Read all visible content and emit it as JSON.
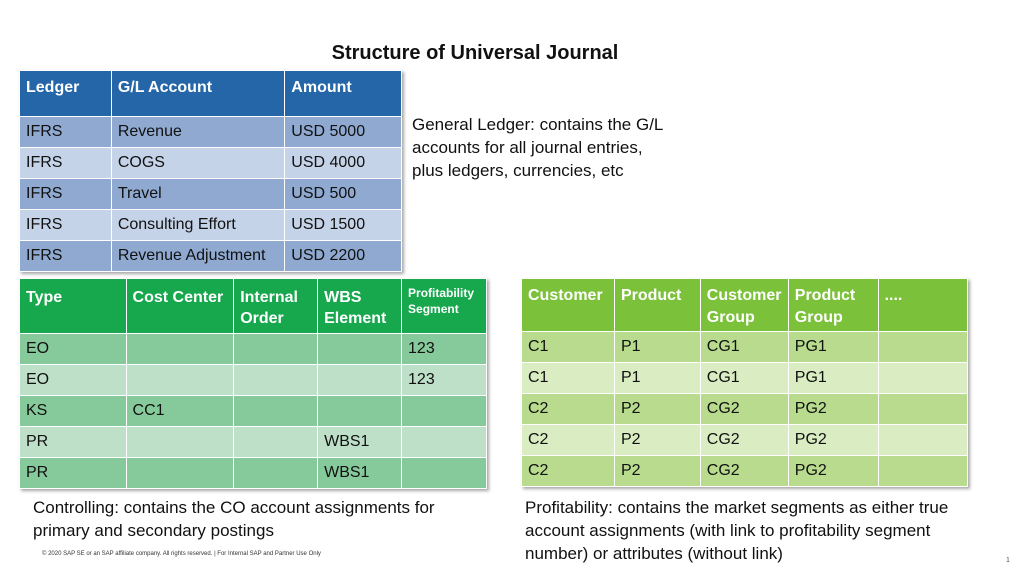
{
  "title": "Structure of Universal Journal",
  "general_ledger": {
    "headers": [
      "Ledger",
      "G/L Account",
      "Amount"
    ],
    "rows": [
      [
        "IFRS",
        "Revenue",
        "USD 5000"
      ],
      [
        "IFRS",
        "COGS",
        "USD 4000"
      ],
      [
        "IFRS",
        "Travel",
        "USD 500"
      ],
      [
        "IFRS",
        "Consulting Effort",
        "USD 1500"
      ],
      [
        "IFRS",
        "Revenue Adjustment",
        "USD 2200"
      ]
    ],
    "description": "General Ledger: contains the G/L accounts for all journal entries, plus ledgers, currencies, etc",
    "colors": {
      "header": "#2466a8",
      "row_dark": "#8fa9d0",
      "row_light": "#c5d3e8"
    }
  },
  "controlling": {
    "headers": [
      "Type",
      "Cost Center",
      "Internal Order",
      "WBS Element",
      "Profitability Segment"
    ],
    "rows": [
      [
        "EO",
        "",
        "",
        "",
        "123"
      ],
      [
        "EO",
        "",
        "",
        "",
        "123"
      ],
      [
        "KS",
        "CC1",
        "",
        "",
        ""
      ],
      [
        "PR",
        "",
        "",
        "WBS1",
        ""
      ],
      [
        "PR",
        "",
        "",
        "WBS1",
        ""
      ]
    ],
    "description": "Controlling: contains the CO account assignments for primary and secondary postings",
    "colors": {
      "header": "#17a84e",
      "row_dark": "#86c99a",
      "row_light": "#bfe0c8"
    }
  },
  "profitability": {
    "headers": [
      "Customer",
      "Product",
      "Customer Group",
      "Product Group",
      "...."
    ],
    "rows": [
      [
        "C1",
        "P1",
        "CG1",
        "PG1",
        ""
      ],
      [
        "C1",
        "P1",
        "CG1",
        "PG1",
        ""
      ],
      [
        "C2",
        "P2",
        "CG2",
        "PG2",
        ""
      ],
      [
        "C2",
        "P2",
        "CG2",
        "PG2",
        ""
      ],
      [
        "C2",
        "P2",
        "CG2",
        "PG2",
        ""
      ]
    ],
    "description": "Profitability: contains the market segments as either true account assignments (with link to profitability segment number) or attributes (without link)",
    "colors": {
      "header": "#7cc13a",
      "row_dark": "#b8db8e",
      "row_light": "#d9ecc2"
    }
  },
  "footer": "© 2020 SAP SE or an SAP affiliate company. All rights reserved.  |   For Internal SAP and Partner Use Only",
  "page_number": "1"
}
